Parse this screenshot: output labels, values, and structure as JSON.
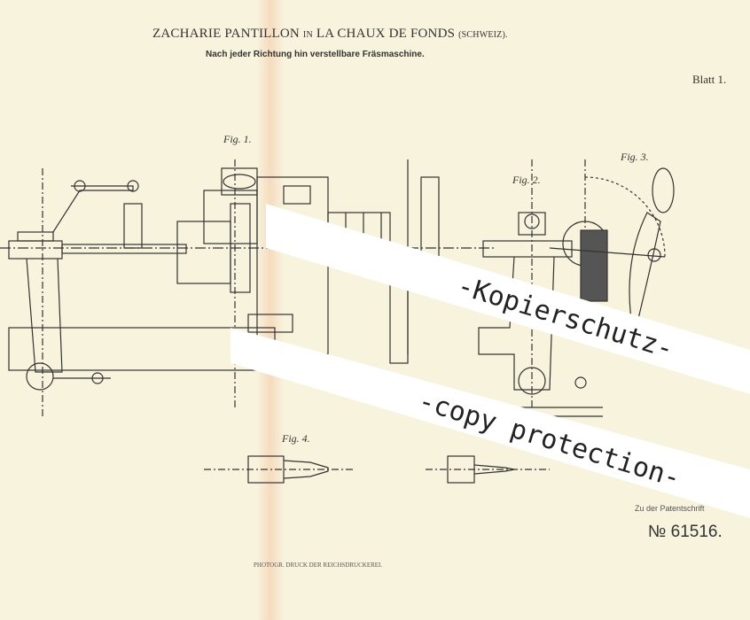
{
  "header": {
    "inventor": "ZACHARIE PANTILLON",
    "in_word": "IN",
    "place": "LA CHAUX DE FONDS",
    "country": "(SCHWEIZ).",
    "subtitle": "Nach jeder Richtung hin verstellbare Fräsmaschine.",
    "sheet": "Blatt 1."
  },
  "figures": [
    "Fig. 1.",
    "Fig. 2.",
    "Fig. 3.",
    "Fig. 4."
  ],
  "watermark": {
    "line1": "-Kopierschutz-",
    "line2": "-copy protection-"
  },
  "footer": {
    "reference": "Zu der Patentschrift",
    "patent_number": "№ 61516.",
    "printer": "PHOTOGR. DRUCK DER REICHSDRUCKEREI."
  }
}
